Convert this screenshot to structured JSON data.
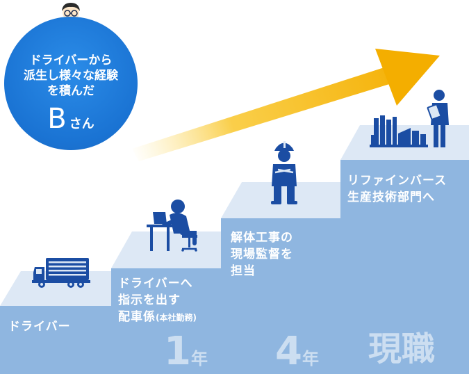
{
  "colors": {
    "step_front": "#8fb6e0",
    "step_top": "#dde8f5",
    "bubble": "#1a73d3",
    "figure": "#1b4da3",
    "arrow": "#f3b40a"
  },
  "bubble": {
    "line1": "ドライバーから",
    "line2": "派生し様々な経験",
    "line3": "を積んだ",
    "name": "B",
    "honorific": "さん"
  },
  "steps": [
    {
      "label_lines": [
        "ドライバー"
      ],
      "icon": "truck-icon"
    },
    {
      "label_lines": [
        "ドライバーへ",
        "指示を出す"
      ],
      "label_last": "配車係",
      "label_note": "(本社勤務)",
      "years": "1",
      "year_unit": "年",
      "icon": "office-worker-icon"
    },
    {
      "label_lines": [
        "解体工事の",
        "現場監督を",
        "担当"
      ],
      "years": "4",
      "year_unit": "年",
      "icon": "site-supervisor-icon"
    },
    {
      "label_lines": [
        "リファインバース",
        "生産技術部門へ"
      ],
      "current": "現職",
      "icon": "factory-engineer-icon"
    }
  ]
}
